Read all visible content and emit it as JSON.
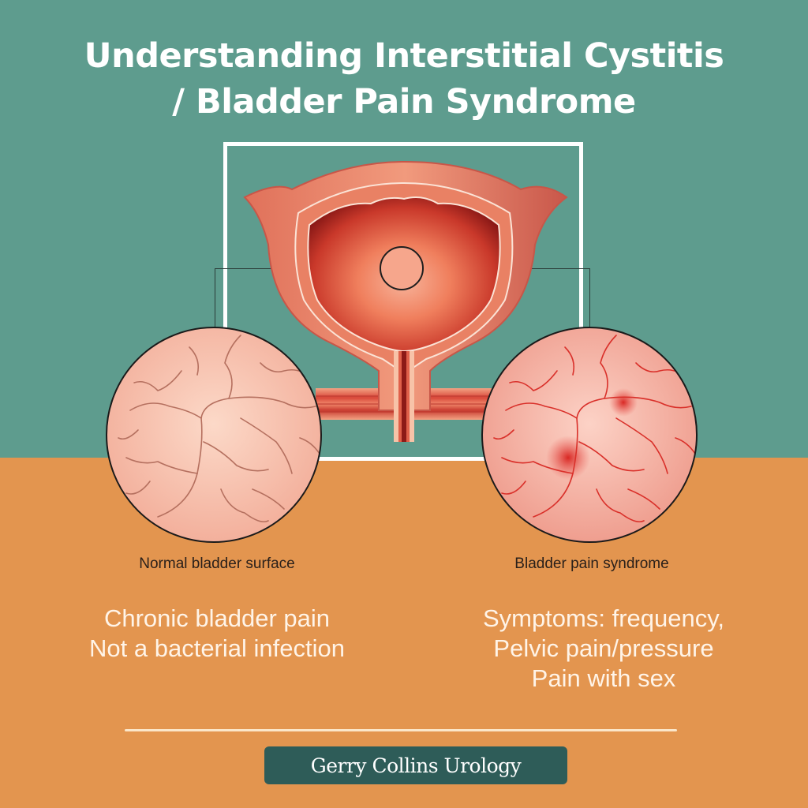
{
  "header": {
    "title_line1": "Understanding Interstitial Cystitis",
    "title_line2": "/ Bladder Pain Syndrome"
  },
  "illustration": {
    "subject": "bladder-cross-section",
    "left_magnifier_caption": "Normal bladder surface",
    "right_magnifier_caption": "Bladder pain syndrome"
  },
  "info": {
    "left_lines": [
      "Chronic bladder pain",
      "Not a bacterial infection"
    ],
    "right_lines": [
      "Symptoms: frequency,",
      "Pelvic pain/pressure",
      "Pain with sex"
    ]
  },
  "footer": {
    "brand": "Gerry Collins Urology"
  },
  "colors": {
    "teal_background": "#5e9c8e",
    "orange_background": "#e3954f",
    "brand_badge": "#2e5c58",
    "tissue_normal": "#f5b9a2",
    "tissue_inflamed": "#f2a596",
    "vessel_normal": "#b5705f",
    "vessel_inflamed": "#d9302a"
  }
}
